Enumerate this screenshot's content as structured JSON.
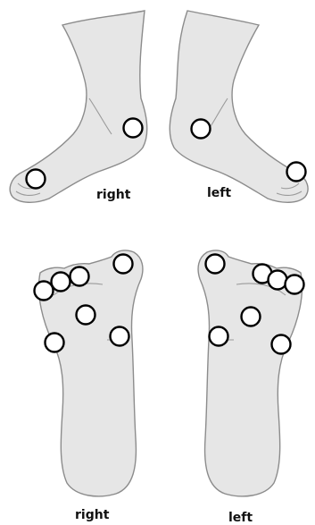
{
  "labels": {
    "side_right": "right",
    "side_left": "left",
    "sole_right": "right",
    "sole_left": "left"
  },
  "colors": {
    "skin": "#e6e6e6",
    "outline": "#8c8c8c",
    "marker_stroke": "#000000",
    "marker_fill": "#ffffff"
  }
}
